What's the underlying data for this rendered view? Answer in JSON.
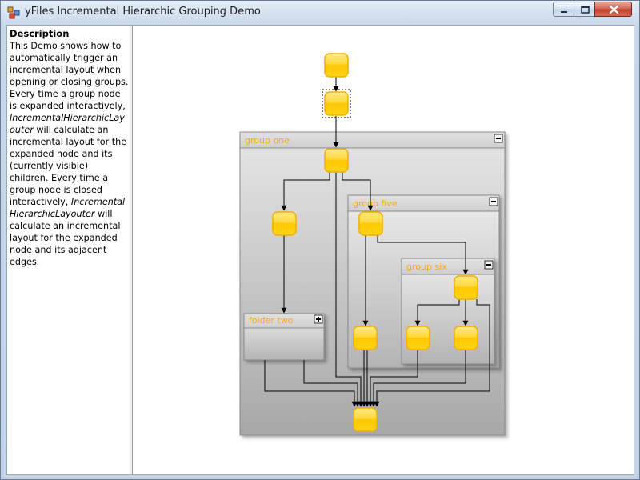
{
  "window": {
    "title": "yFiles Incremental Hierarchic Grouping Demo"
  },
  "description": {
    "heading": "Description",
    "p1": "This Demo shows how to automatically trigger an incremental layout when opening or closing groups.",
    "p2_start": "Every time a group node is expanded interactively, ",
    "p2_class": "IncrementalHierarchicLayouter",
    "p2_end": " will calculate an incremental layout for the expanded node and its (currently visible) children.",
    "p3_start": "Every time a group node is closed interactively, ",
    "p3_class": "IncrementalHierarchicLayouter",
    "p3_end": " will calculate an incremental layout for the expanded node and its adjacent edges."
  },
  "graph": {
    "groups": {
      "group_one": {
        "label": "group one",
        "state": "expanded"
      },
      "group_five": {
        "label": "group five",
        "state": "expanded"
      },
      "group_six": {
        "label": "group six",
        "state": "expanded"
      },
      "folder_two": {
        "label": "folder two",
        "state": "collapsed"
      }
    },
    "colors": {
      "node_fill": "#ffd21a",
      "node_border": "#f0b000",
      "group_label": "#f5a623",
      "edge": "#000000"
    }
  }
}
